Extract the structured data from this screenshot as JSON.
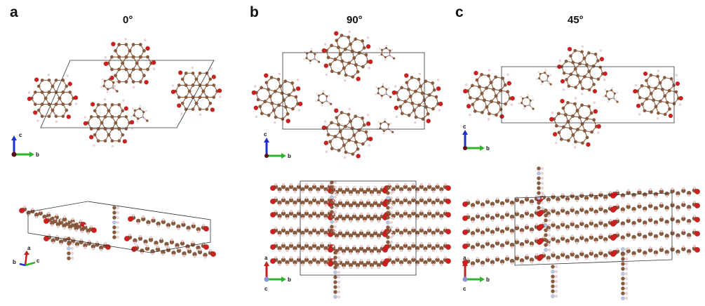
{
  "panels": [
    {
      "letter": "a",
      "angle": "0°"
    },
    {
      "letter": "b",
      "angle": "90°"
    },
    {
      "letter": "c",
      "angle": "45°"
    }
  ],
  "axes": {
    "a_top": {
      "vertical": "c",
      "horizontal": "b"
    },
    "a_bottom": {
      "vertical": "a",
      "horizontal": "c",
      "depth": "b"
    },
    "b_top": {
      "vertical": "c",
      "horizontal": "b"
    },
    "b_bottom": {
      "vertical": "a",
      "horizontal": "b",
      "depth": "c"
    },
    "c_top": {
      "vertical": "c",
      "horizontal": "b"
    },
    "c_bottom": {
      "vertical": "a",
      "horizontal": "b",
      "depth": "c"
    }
  },
  "colors": {
    "carbon": "#8b5a3c",
    "oxygen": "#cc1f1f",
    "hydrogen": "#f2d4d4",
    "nitrogen": "#b8c4e0",
    "axis_c": "#1f2fd0",
    "axis_b": "#2cb52c",
    "axis_a": "#c81e1e",
    "cell": "#333333"
  }
}
